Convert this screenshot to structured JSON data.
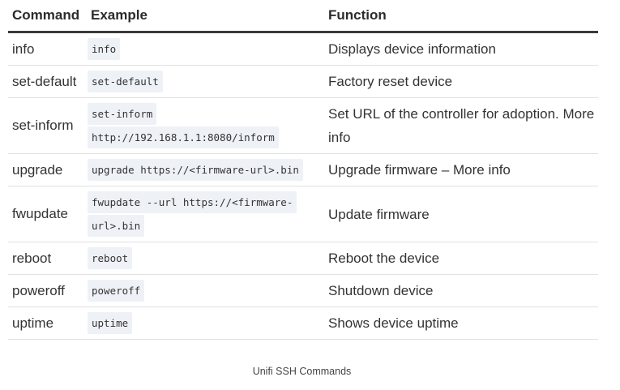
{
  "table": {
    "headers": [
      "Command",
      "Example",
      "Function"
    ],
    "rows": [
      {
        "command": "info",
        "example": "info",
        "function": "Displays device information"
      },
      {
        "command": "set-default",
        "example": "set-default",
        "function": "Factory reset device"
      },
      {
        "command": "set-inform",
        "example": "set-inform http://192.168.1.1:8080/inform",
        "function": "Set URL of the controller for adoption. More info"
      },
      {
        "command": "upgrade",
        "example": "upgrade https://<firmware-url>.bin",
        "function": "Upgrade firmware – More info"
      },
      {
        "command": "fwupdate",
        "example": "fwupdate --url https://<firmware-url>.bin",
        "function": "Update firmware"
      },
      {
        "command": "reboot",
        "example": "reboot",
        "function": "Reboot the device"
      },
      {
        "command": "poweroff",
        "example": "poweroff",
        "function": "Shutdown device"
      },
      {
        "command": "uptime",
        "example": "uptime",
        "function": "Shows device uptime"
      }
    ]
  },
  "caption": "Unifi SSH Commands"
}
